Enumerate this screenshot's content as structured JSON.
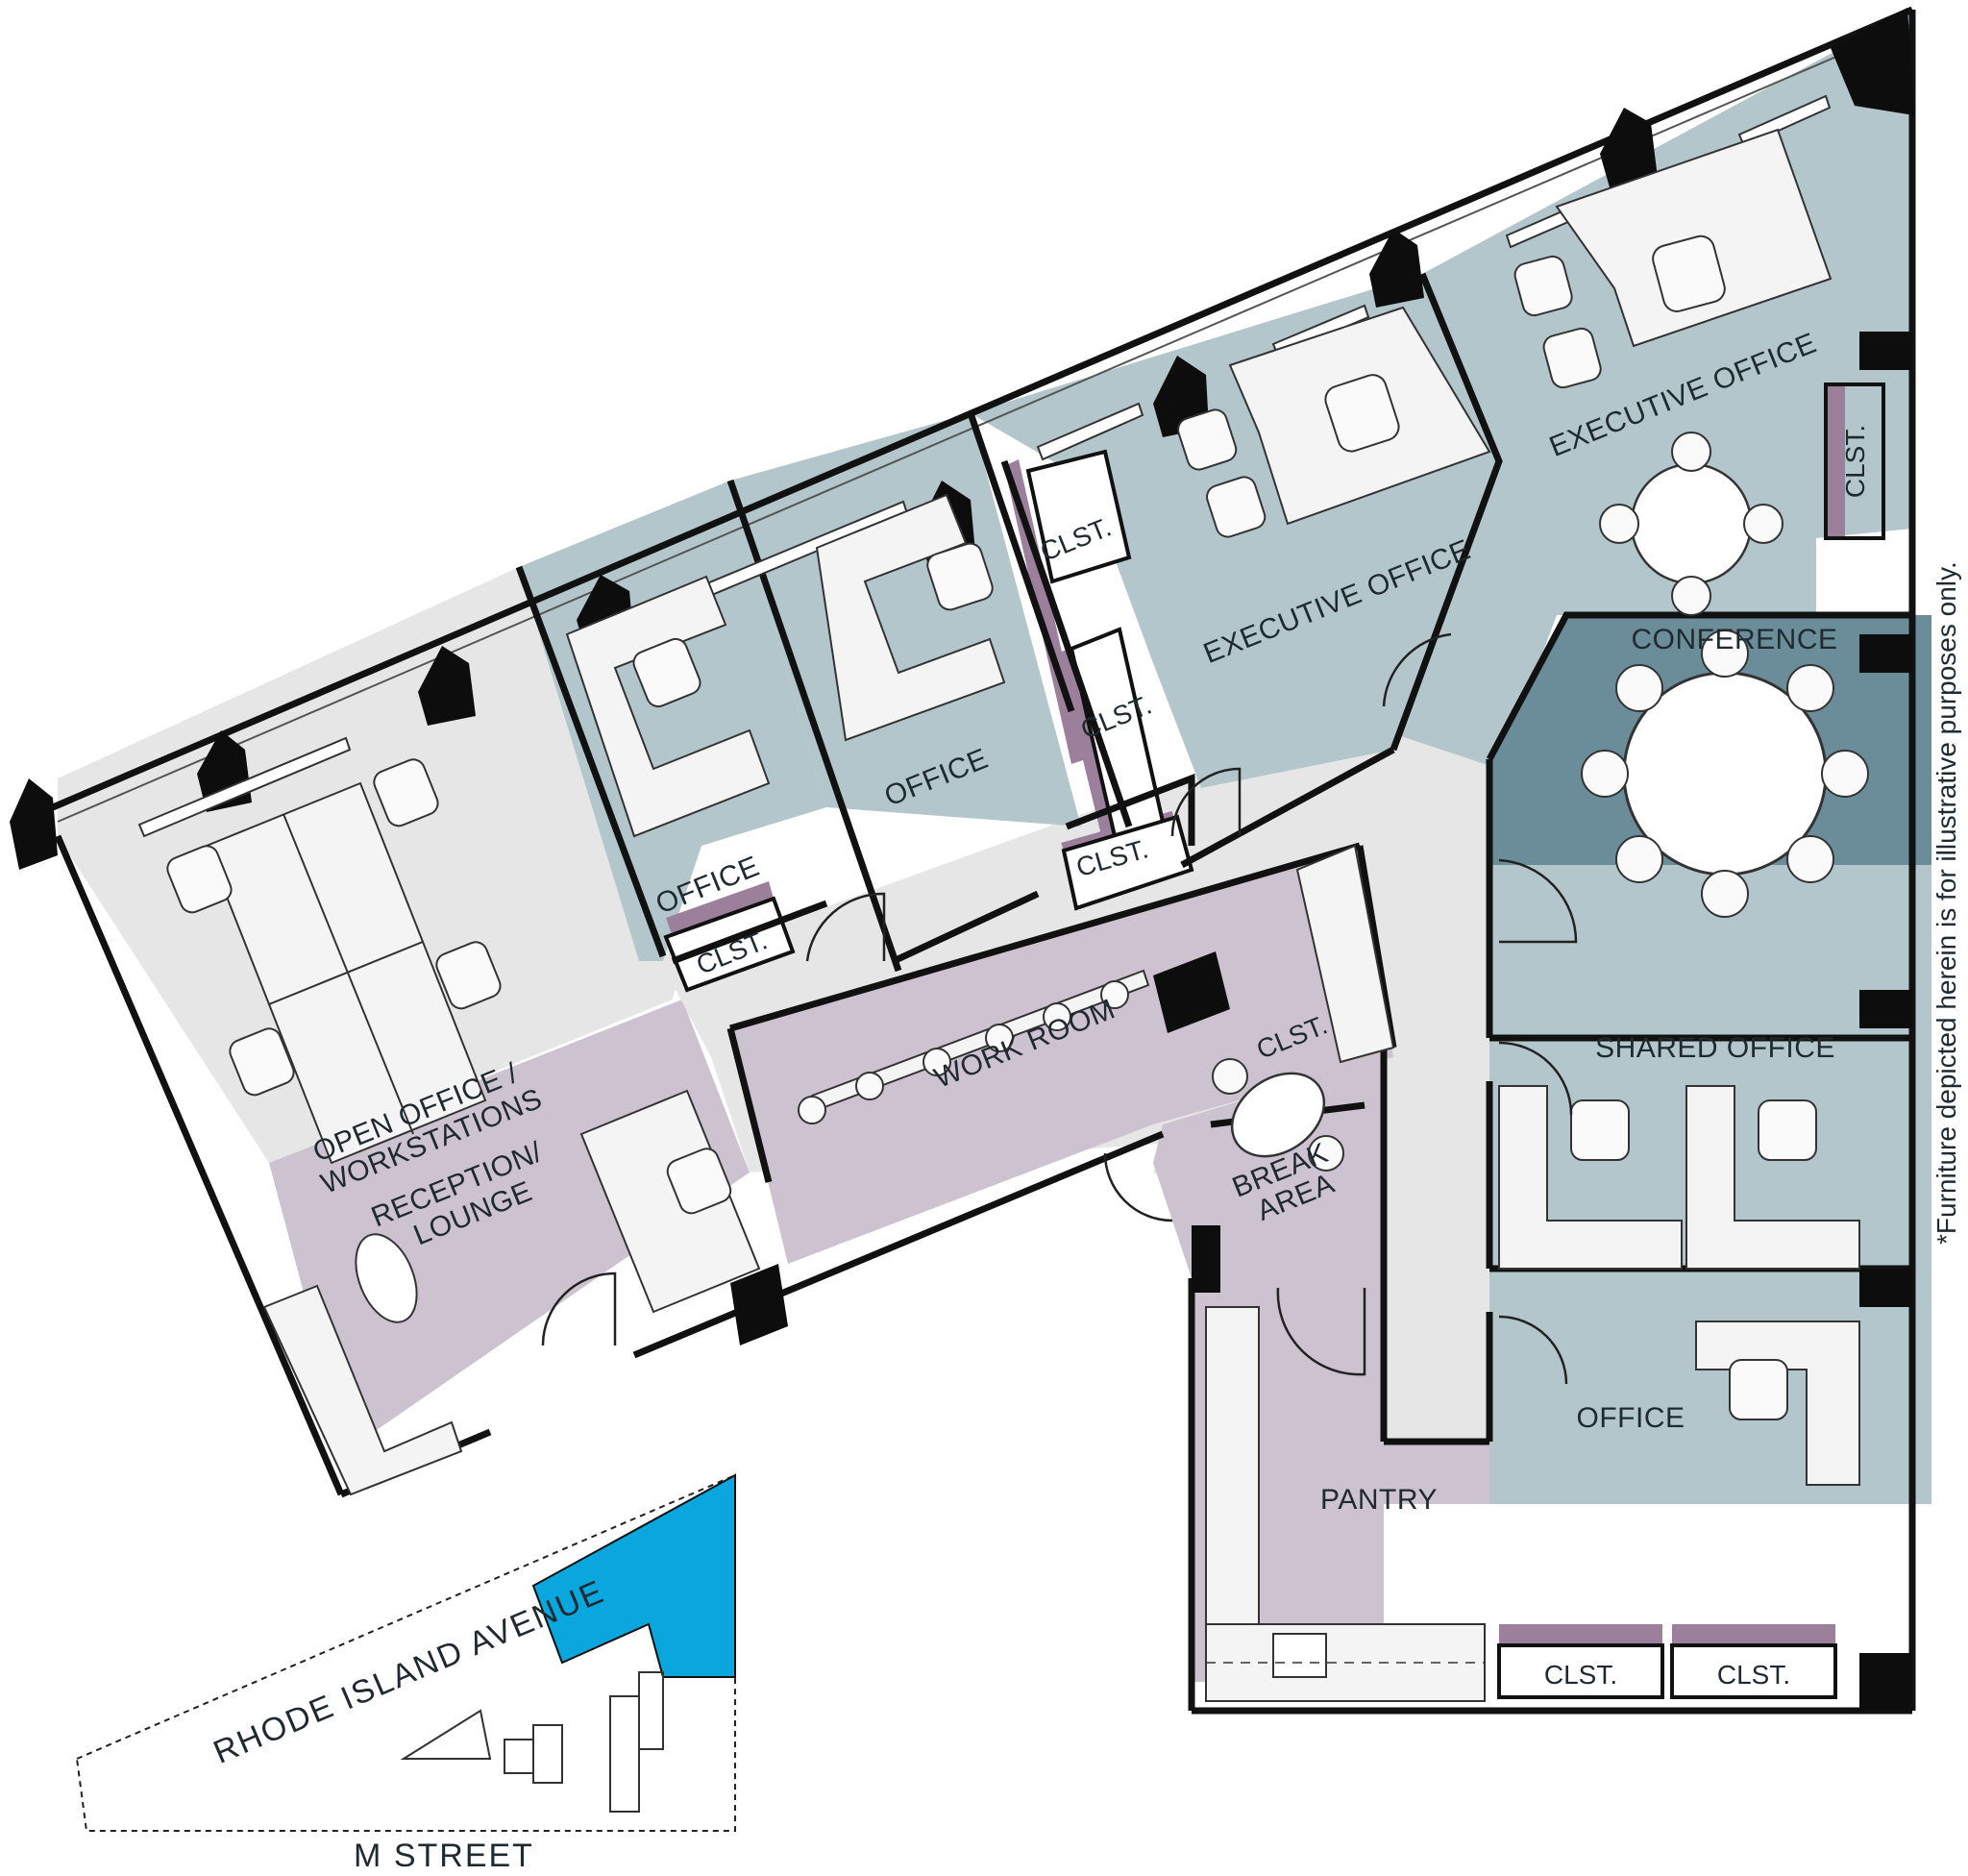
{
  "title": "",
  "rooms": {
    "open_office": "OPEN OFFICE /\nWORKSTATIONS",
    "open_office_line1": "OPEN OFFICE /",
    "open_office_line2": "WORKSTATIONS",
    "reception_line1": "RECEPTION/",
    "reception_line2": "LOUNGE",
    "office_1": "OFFICE",
    "office_2": "OFFICE",
    "exec_office_1": "EXECUTIVE OFFICE",
    "exec_office_2": "EXECUTIVE OFFICE",
    "work_room": "WORK ROOM",
    "conference": "CONFERENCE",
    "shared_office": "SHARED OFFICE",
    "break_line1": "BREAK",
    "break_line2": "AREA",
    "pantry": "PANTRY",
    "office_3": "OFFICE"
  },
  "closets": [
    "CLST.",
    "CLST.",
    "CLST.",
    "CLST.",
    "CLST.",
    "CLST.",
    "CLST.",
    "CLST."
  ],
  "keymap": {
    "street_top": "RHODE ISLAND AVENUE",
    "street_bottom": "M STREET"
  },
  "disclaimer": "*Furniture depicted herein is for illustrative purposes only.",
  "colors": {
    "office_blue": "#b3c6cb",
    "conference_blue": "#6a8d99",
    "common_grey": "#e6e6e6",
    "support_purple": "#cdc2cf",
    "closet_purple": "#9c7f9b",
    "keymap_highlight": "#0aa6de",
    "wall": "#111111"
  }
}
